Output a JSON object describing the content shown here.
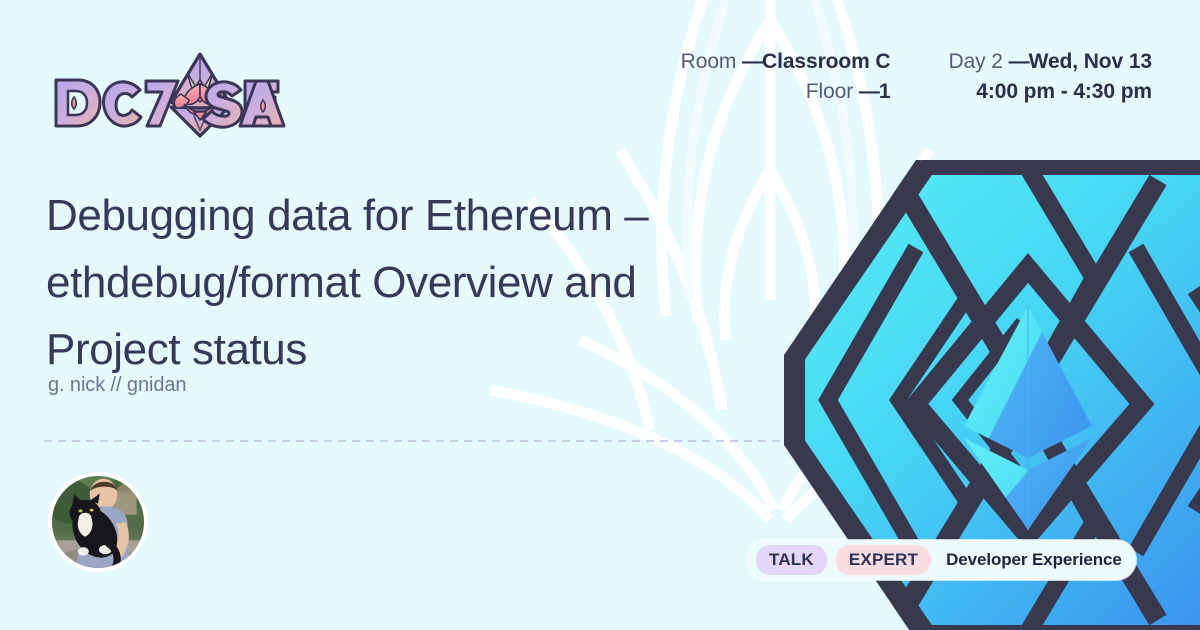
{
  "event": {
    "logo_left_text": "DC7",
    "logo_right_text": "SEA",
    "logo_emblem": "ethereum-lotus-diamond"
  },
  "header": {
    "room": {
      "label": "Room",
      "dash": "—",
      "value": "Classroom C"
    },
    "floor": {
      "label": "Floor",
      "dash": "—",
      "value": "1"
    },
    "day": {
      "label": "Day 2",
      "dash": "—",
      "value": "Wed, Nov 13"
    },
    "time": {
      "value": "4:00 pm - 4:30 pm"
    }
  },
  "session": {
    "title": "Debugging data for Ethereum – ethdebug/format Overview and Project status",
    "speaker": "g. nick // gnidan",
    "avatar_alt": "speaker-photo-person-holding-cat"
  },
  "badges": {
    "type": "TALK",
    "level": "EXPERT",
    "track": "Developer Experience"
  },
  "colors": {
    "background": "#e4fafc",
    "title_text": "#36395a",
    "speaker_text": "#6f7496",
    "meta_label": "#575b78",
    "meta_value": "#2b2e4a",
    "divider": "#c9cce8",
    "badge_talk_bg": "#e4d6f9",
    "badge_expert_bg": "#f9dde2",
    "badge_bar_bg": "#eefbfd",
    "hex_outline": "#38384f",
    "hex_gradient_from": "#4fe8f5",
    "hex_gradient_to": "#3d9ef0",
    "watermark": "#ffffff"
  }
}
